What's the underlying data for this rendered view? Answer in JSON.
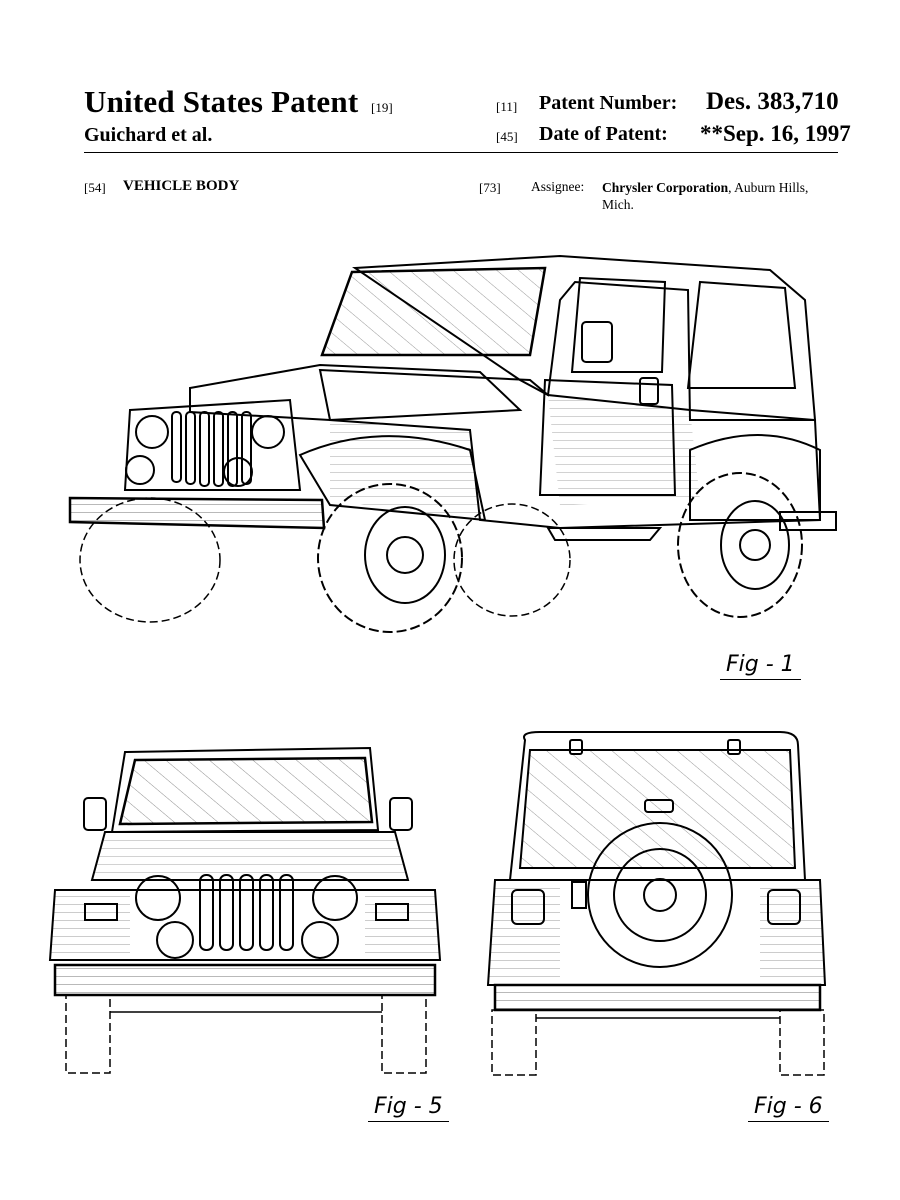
{
  "header": {
    "title": "United States Patent",
    "title_code": "[19]",
    "inventors": "Guichard et al.",
    "patent_number_code": "[11]",
    "patent_number_label": "Patent Number:",
    "patent_number_value": "Des. 383,710",
    "date_code": "[45]",
    "date_label": "Date of Patent:",
    "date_value": "**Sep. 16, 1997"
  },
  "biblio": {
    "title_code": "[54]",
    "title": "VEHICLE BODY",
    "assignee_code": "[73]",
    "assignee_label": "Assignee:",
    "assignee_name": "Chrysler Corporation",
    "assignee_location": ", Auburn Hills, Mich."
  },
  "figures": {
    "fig1_label": "Fig - 1",
    "fig5_label": "Fig - 5",
    "fig6_label": "Fig - 6"
  },
  "colors": {
    "ink": "#000000",
    "paper": "#ffffff"
  }
}
